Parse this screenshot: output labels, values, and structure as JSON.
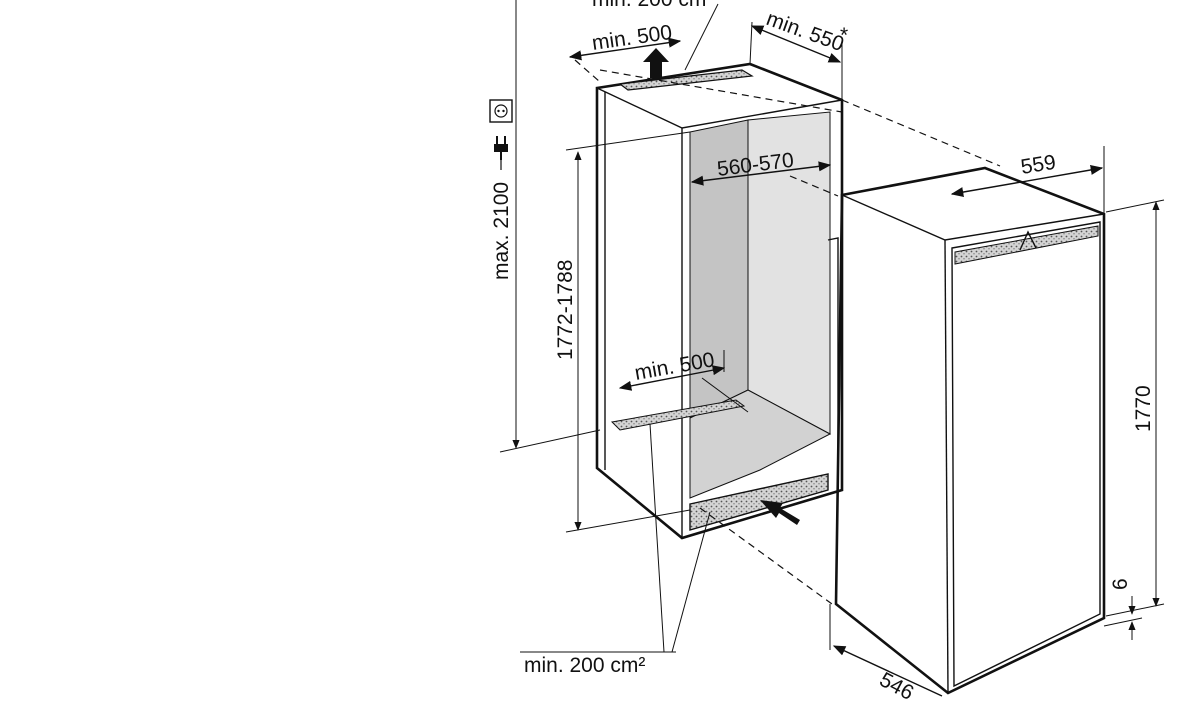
{
  "labels": {
    "top_vent": "min. 200 cm",
    "top_vent_depth": "min. 500",
    "depth_min": "min. 550",
    "asterisk": "*",
    "max_height": "max. 2100",
    "niche_height": "1772-1788",
    "niche_width": "560-570",
    "bottom_vent_depth": "min. 500",
    "vent_area": "min. 200 cm²",
    "appliance_width": "559",
    "appliance_height": "1770",
    "door_gap": "6",
    "appliance_depth": "546"
  },
  "icons": {
    "socket": "power-socket-icon",
    "plug": "power-plug-icon"
  },
  "colors": {
    "line": "#111111",
    "niche_wall": "#c4c4c4",
    "niche_back": "#e2e2e2",
    "vent_grille": "#bdbdbd"
  }
}
